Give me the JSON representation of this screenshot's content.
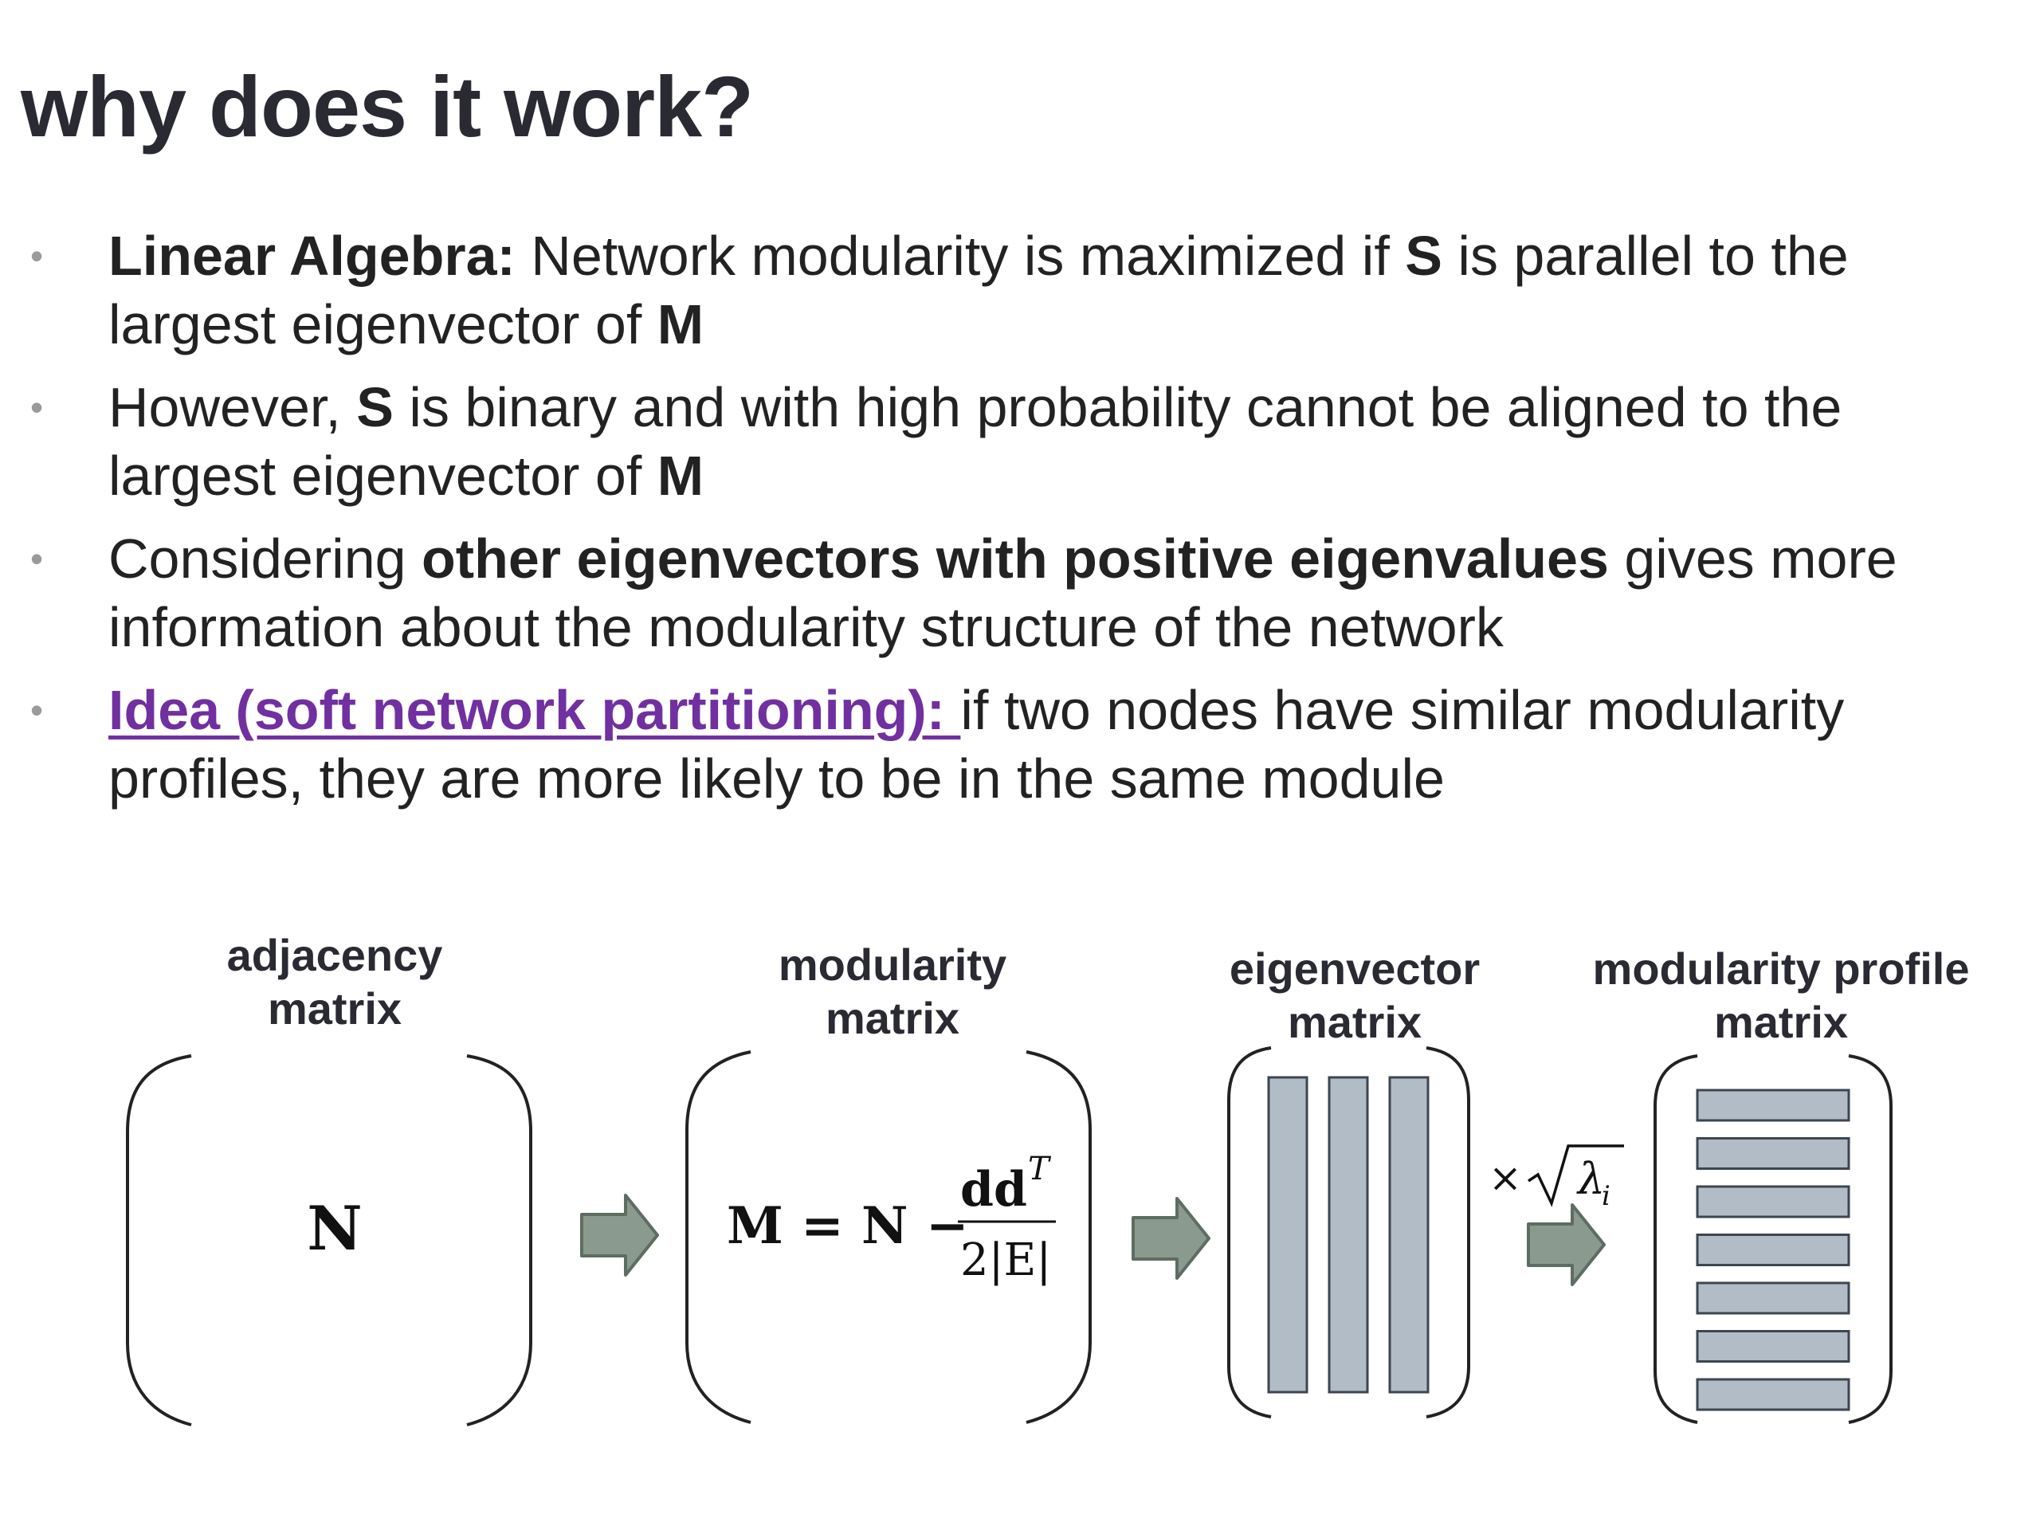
{
  "slide": {
    "title": "why does it work?",
    "bullets": [
      {
        "b1_strong": "Linear Algebra:",
        "b1_t1": " Network modularity is maximized if ",
        "b1_s": "S",
        "b1_t2": " is parallel to the largest eigenvector of ",
        "b1_m": "M"
      },
      {
        "b2_t1": "However, ",
        "b2_s": "S",
        "b2_t2": " is binary and with high probability cannot be aligned to the largest eigenvector of ",
        "b2_m": "M"
      },
      {
        "b3_t1": "Considering ",
        "b3_strong": "other eigenvectors with positive eigenvalues",
        "b3_t2": " gives more information about the modularity structure of the network"
      },
      {
        "b4_link": "Idea (soft network partitioning): ",
        "b4_t1": "if two nodes have similar modularity profiles, they are more likely to be in the same module"
      }
    ]
  },
  "diagram": {
    "adjacency": {
      "label_line1": "adjacency",
      "label_line2": "matrix",
      "symbol": "N"
    },
    "modularity": {
      "label_line1": "modularity",
      "label_line2": "matrix",
      "eq_lhs": "M = N −",
      "eq_num": "dd",
      "eq_num_sup": "T",
      "eq_den": "2|E|"
    },
    "eigenvector": {
      "label_line1": "eigenvector",
      "label_line2": "matrix",
      "columns": 3
    },
    "profile": {
      "label_line1": "modularity profile",
      "label_line2": "matrix",
      "rows": 7
    },
    "multiplier": {
      "times": "×",
      "sqrt": "√",
      "lambda": "λ",
      "sub": "i"
    }
  },
  "colors": {
    "title": "#2a2a33",
    "text": "#222222",
    "bullet_dot": "#9a9a9a",
    "link": "#7030a0",
    "arrow": "#8a9a8e",
    "arrow_stroke": "#5e6d62",
    "bar_fill": "#b2bcc6",
    "bar_stroke": "#3d4650"
  }
}
